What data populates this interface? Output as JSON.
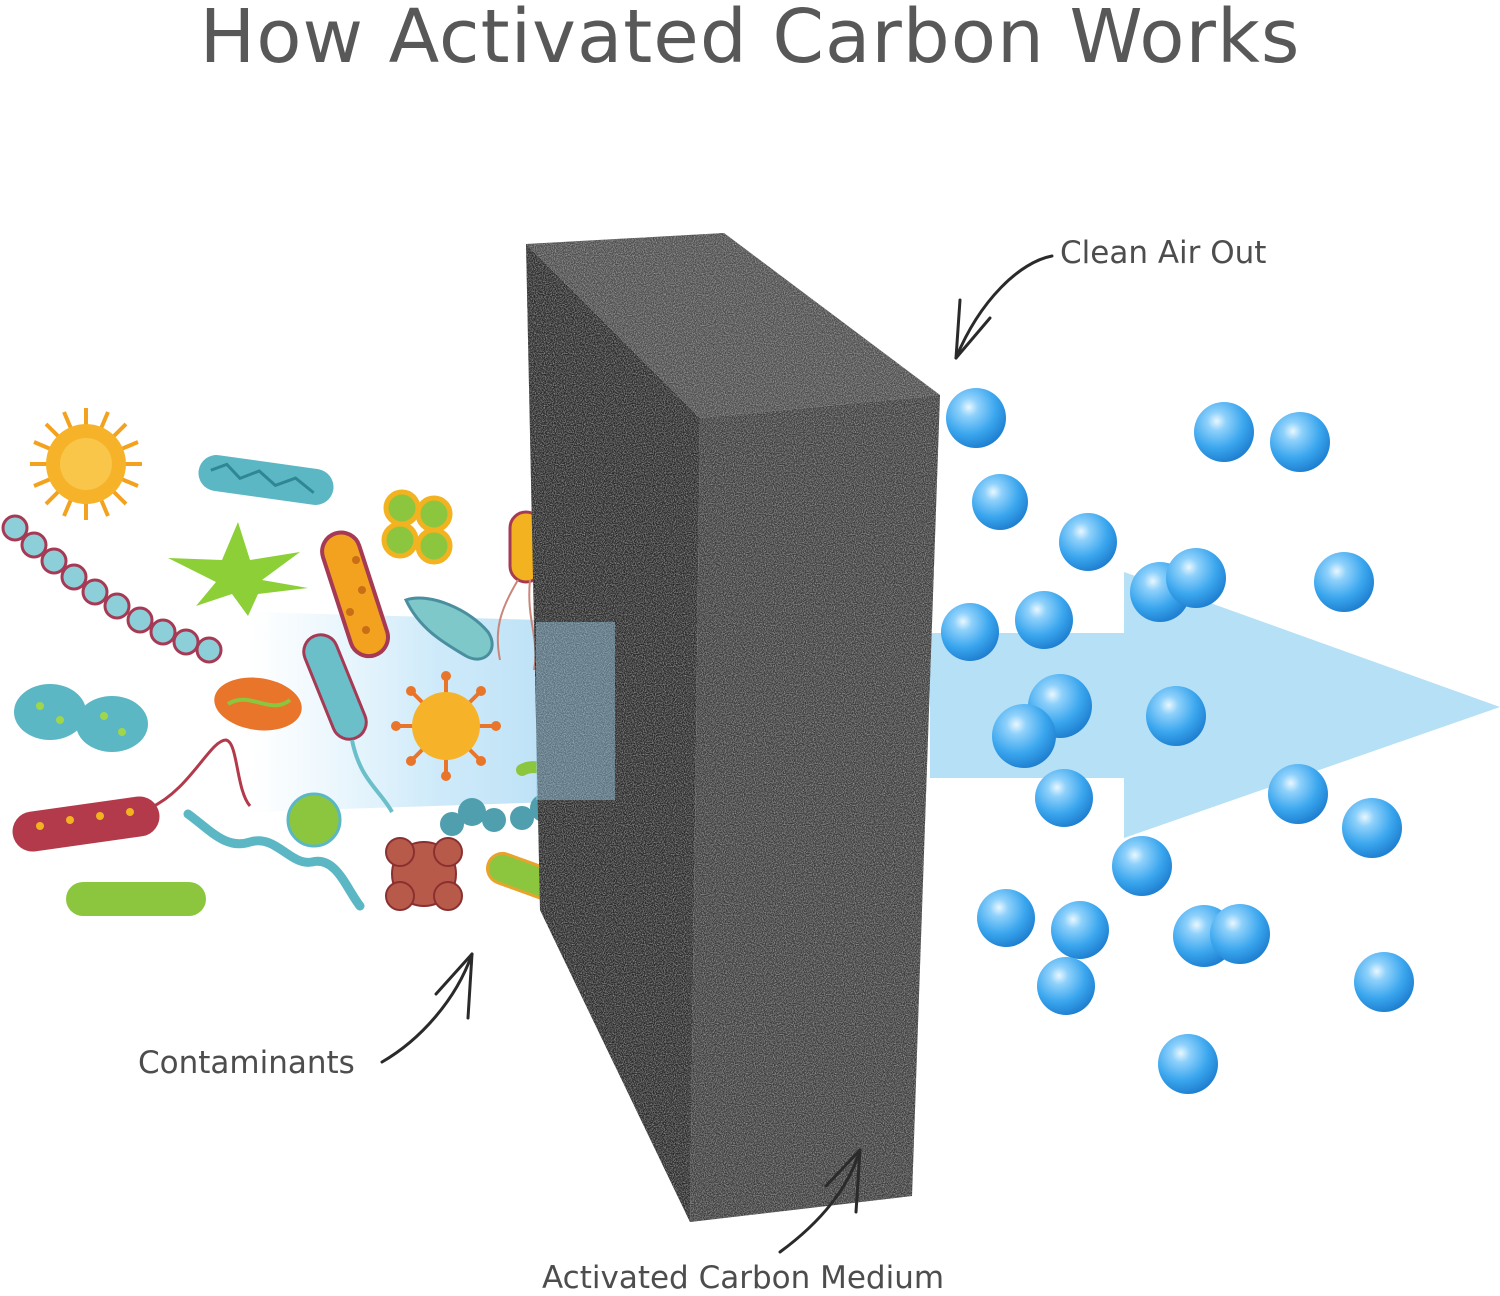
{
  "title": "How Activated Carbon Works",
  "labels": {
    "clean_air_out": "Clean Air Out",
    "contaminants": "Contaminants",
    "activated_carbon_medium": "Activated Carbon Medium"
  },
  "colors": {
    "text": "#585858",
    "carbon_front": "#3a3a3a",
    "carbon_side": "#262626",
    "carbon_top": "#4a4a4a",
    "air_flow": "#b5e0f5",
    "clean_bubble": "#3aa6ee"
  },
  "icons": [
    "bacteria-icon",
    "virus-icon",
    "clean-air-bubble-icon",
    "pointer-arrow-icon",
    "air-flow-arrow-icon"
  ]
}
